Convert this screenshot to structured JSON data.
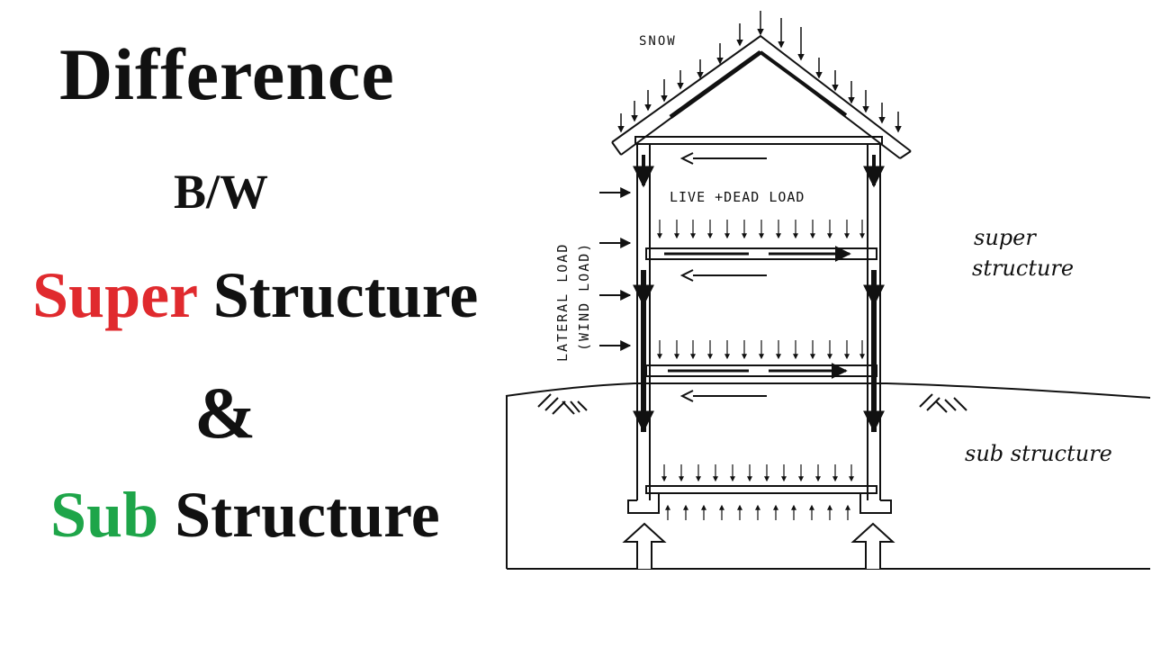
{
  "title": {
    "line1": "Difference",
    "line2": "B/W",
    "super_word": "Super",
    "super_rest": "Structure",
    "line4": "&",
    "sub_word": "Sub",
    "sub_rest": "Structure"
  },
  "diagram": {
    "snow": "SNOW",
    "live_dead": "LIVE +DEAD LOAD",
    "lateral_1": "LATERAL LOAD",
    "lateral_2": "(WIND LOAD)",
    "super_1": "super",
    "super_2": "structure",
    "sub": "sub structure"
  },
  "colors": {
    "super": "#e02a2e",
    "sub": "#1ea549",
    "ink": "#111111"
  }
}
